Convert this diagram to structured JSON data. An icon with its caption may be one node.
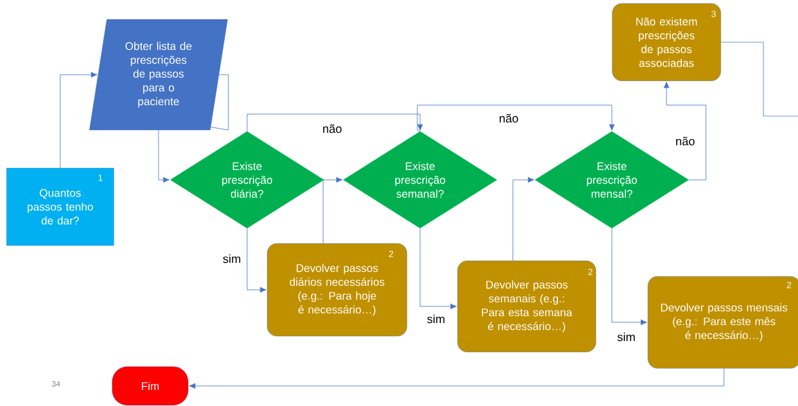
{
  "diagram": {
    "nodes": [
      {
        "text": [
          "Obter lista de prescrições de passos para o paciente"
        ]
      },
      {
        "text": [
          "1",
          "Quantos passos tenho de dar?"
        ]
      },
      {
        "text": [
          "Existe prescrição diária?"
        ]
      },
      {
        "text": [
          "Existe prescrição semanal?"
        ]
      },
      {
        "text": [
          "Existe prescrição mensal?"
        ]
      },
      {
        "text": [
          "3",
          "Não existem prescrições de passos associadas"
        ]
      },
      {
        "text": [
          "2",
          "Devolver passos diários necessários (e.g.: Para hoje é necessário…)"
        ]
      },
      {
        "text": [
          "2",
          "Devolver passos semanais (e.g.: Para esta semana é necessário…)"
        ]
      },
      {
        "text": [
          "2",
          "Devolver passos mensais (e.g.: Para este mês é necessário…)"
        ]
      },
      {
        "text": [
          "Fim"
        ]
      }
    ],
    "edges": [
      {
        "from": 1,
        "to": 0,
        "arrow": "to"
      },
      {
        "from": 0,
        "to": 0,
        "arrow": "none"
      },
      {
        "from": 0,
        "to": 2,
        "arrow": "to"
      },
      {
        "from": 2,
        "to": 3,
        "arrow": "to",
        "label": "não"
      },
      {
        "from": 3,
        "to": 4,
        "arrow": "to",
        "label": "não"
      },
      {
        "from": 4,
        "to": 5,
        "arrow": "to",
        "label": "não"
      },
      {
        "from": 5,
        "to": null,
        "arrow": "none"
      },
      {
        "from": 2,
        "to": 6,
        "arrow": "to",
        "label": "sim"
      },
      {
        "from": 6,
        "to": 3,
        "arrow": "to"
      },
      {
        "from": 3,
        "to": 7,
        "arrow": "to",
        "label": "sim"
      },
      {
        "from": 7,
        "to": 4,
        "arrow": "to"
      },
      {
        "from": 4,
        "to": 8,
        "arrow": "to",
        "label": "sim"
      },
      {
        "from": 8,
        "to": 9,
        "arrow": "to"
      }
    ],
    "labels": [
      "34"
    ]
  }
}
